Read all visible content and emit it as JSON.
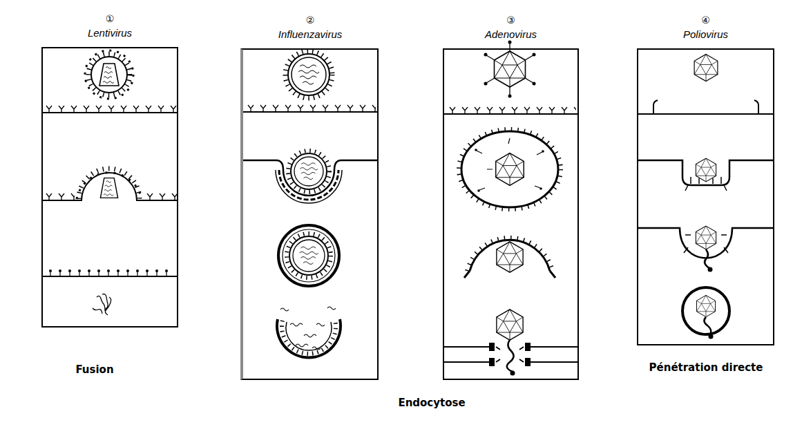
{
  "diagram": {
    "nodes": [
      {
        "text": [
          "①",
          "Lentivirus"
        ]
      },
      {
        "text": [
          "②",
          "Influenzavirus"
        ]
      },
      {
        "text": [
          "③",
          "Adenovirus"
        ]
      },
      {
        "text": [
          "④",
          "Poliovirus"
        ]
      }
    ],
    "labels": [
      "Fusion",
      "Endocytose",
      "Pénétration directe"
    ]
  }
}
